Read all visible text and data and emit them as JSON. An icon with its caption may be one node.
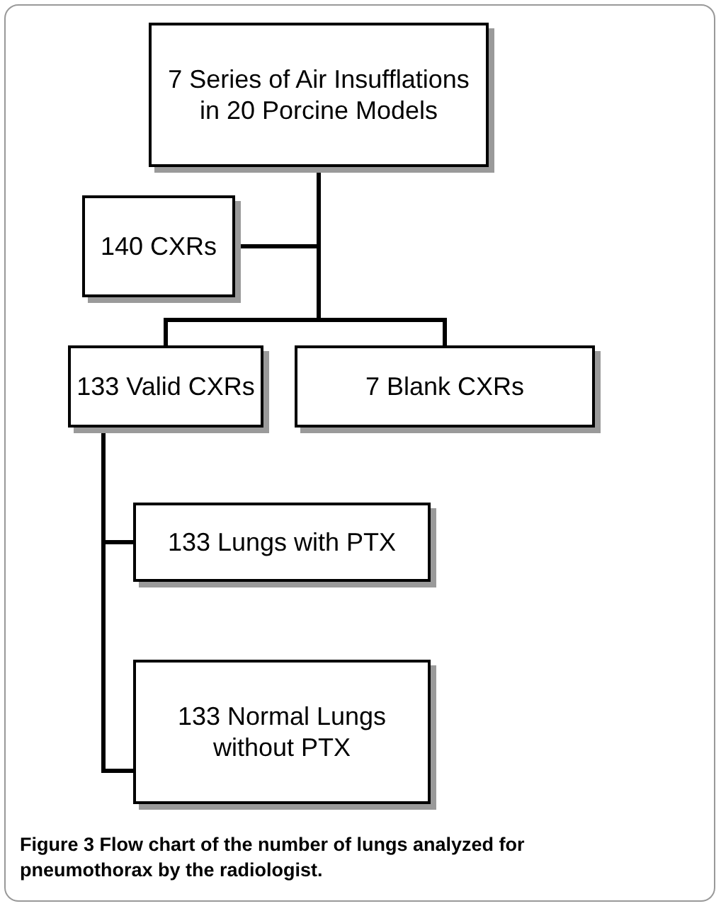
{
  "diagram": {
    "caption": "Figure 3 Flow chart of the number of lungs analyzed for pneumothorax by the radiologist.",
    "nodes": [
      {
        "text": [
          "7 Series of Air Insufflations in 20 Porcine Models"
        ]
      },
      {
        "text": [
          "140 CXRs"
        ]
      },
      {
        "text": [
          "133 Valid CXRs"
        ]
      },
      {
        "text": [
          "7 Blank CXRs"
        ]
      },
      {
        "text": [
          "133 Lungs with PTX"
        ]
      },
      {
        "text": [
          "133 Normal Lungs without PTX"
        ]
      }
    ],
    "edges": [
      {
        "from": 0,
        "to": 1,
        "arrow": "none"
      },
      {
        "from": 0,
        "to": 2,
        "arrow": "none"
      },
      {
        "from": 0,
        "to": 3,
        "arrow": "none"
      },
      {
        "from": 2,
        "to": 4,
        "arrow": "none"
      },
      {
        "from": 2,
        "to": 5,
        "arrow": "none"
      }
    ]
  }
}
